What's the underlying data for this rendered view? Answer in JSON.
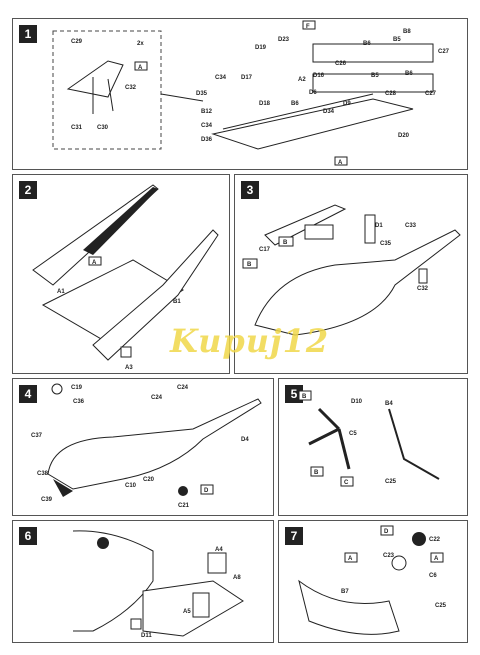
{
  "watermark": "Kupuj12",
  "panels": [
    {
      "number": "1",
      "scale": "2x",
      "labels": [
        "C29",
        "C32",
        "C31",
        "C30",
        "A",
        "D19",
        "D23",
        "F",
        "B8",
        "B5",
        "B6",
        "C27",
        "D17",
        "A2",
        "D35",
        "C34",
        "D18",
        "D16",
        "B6",
        "D6",
        "B12",
        "D36",
        "C34",
        "D34",
        "D9",
        "D20",
        "A",
        "C26",
        "B5",
        "B6",
        "C27",
        "C28"
      ]
    },
    {
      "number": "2",
      "labels": [
        "A",
        "B1",
        "A1",
        "A3"
      ]
    },
    {
      "number": "3",
      "labels": [
        "B",
        "B",
        "D1",
        "C17",
        "C35",
        "C33",
        "C32"
      ]
    },
    {
      "number": "4",
      "labels": [
        "C19",
        "C36",
        "C24",
        "C37",
        "C24",
        "D4",
        "C38",
        "C39",
        "C10",
        "C20",
        "D",
        "C21"
      ]
    },
    {
      "number": "5",
      "labels": [
        "B",
        "D10",
        "B4",
        "C5",
        "B",
        "C",
        "C25"
      ]
    },
    {
      "number": "6",
      "labels": [
        "A4",
        "A8",
        "A5",
        "D11"
      ]
    },
    {
      "number": "7",
      "labels": [
        "D",
        "C22",
        "A",
        "C23",
        "A",
        "C6",
        "C25",
        "B7"
      ]
    }
  ]
}
